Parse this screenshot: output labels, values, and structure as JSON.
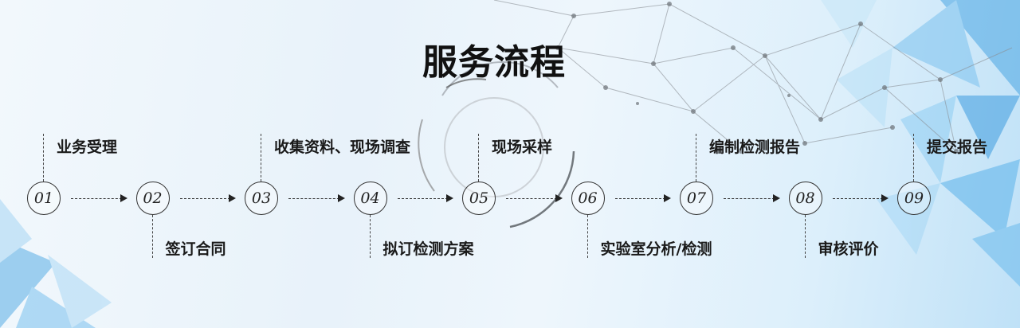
{
  "title": "服务流程",
  "steps": [
    {
      "num": "01",
      "label": "业务受理"
    },
    {
      "num": "02",
      "label": "签订合同"
    },
    {
      "num": "03",
      "label": "收集资料、现场调查"
    },
    {
      "num": "04",
      "label": "拟订检测方案"
    },
    {
      "num": "05",
      "label": "现场采样"
    },
    {
      "num": "06",
      "label": "实验室分析/检测"
    },
    {
      "num": "07",
      "label": "编制检测报告"
    },
    {
      "num": "08",
      "label": "审核评价"
    },
    {
      "num": "09",
      "label": "提交报告"
    }
  ],
  "colors": {
    "line": "#333333",
    "text": "#1a1a1a",
    "accent_blue": "#5aaee6"
  }
}
